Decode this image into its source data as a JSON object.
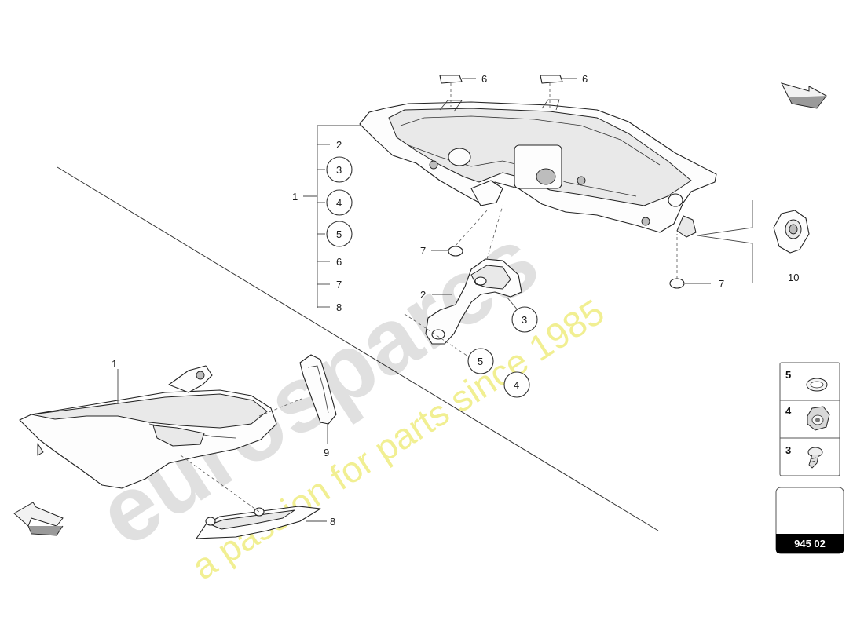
{
  "watermark": {
    "brand": "eurospares",
    "tagline": "a passion for parts since 1985"
  },
  "callouts": {
    "group_main": "1",
    "group_items": [
      "2",
      "3",
      "4",
      "5",
      "6",
      "7",
      "8"
    ],
    "circled_in_group": [
      "3",
      "4",
      "5"
    ],
    "top_6a": "6",
    "top_6b": "6",
    "label_7_left": "7",
    "label_7_right": "7",
    "label_2_bracket": "2",
    "label_3_bracket": "3",
    "label_5_bracket": "5",
    "label_4_bracket": "4",
    "label_10": "10",
    "label_1_lower": "1",
    "label_9": "9",
    "label_8_lower": "8"
  },
  "legend": {
    "rows": [
      {
        "num": "5",
        "icon": "seal-ring-icon"
      },
      {
        "num": "4",
        "icon": "grommet-nut-icon"
      },
      {
        "num": "3",
        "icon": "screw-icon"
      }
    ]
  },
  "page_code": "945 02"
}
